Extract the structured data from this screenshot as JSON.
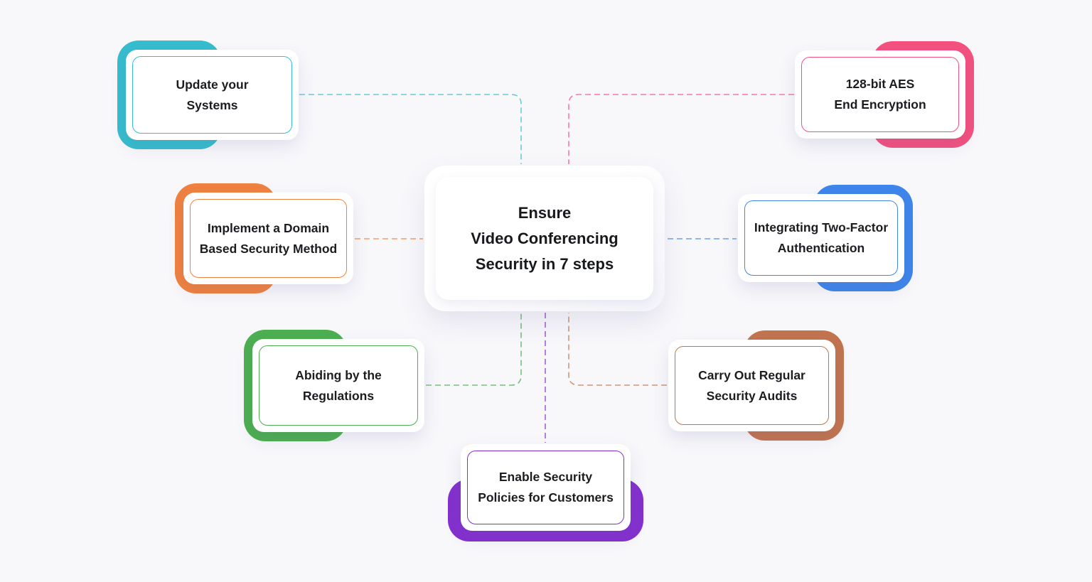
{
  "canvas": {
    "background": "#F8F8FB",
    "text_color": "#1B1D20"
  },
  "center": {
    "lines": [
      "Ensure",
      "Video Conferencing",
      "Security in 7 steps"
    ]
  },
  "nodes": [
    {
      "id": "update-your-systems",
      "lines": [
        "Update your",
        "Systems"
      ],
      "color": "#36BDCE",
      "position": "top-left"
    },
    {
      "id": "128-bit-aes-end-encryption",
      "lines": [
        "128-bit AES",
        "End Encryption"
      ],
      "color": "#F4517F",
      "position": "top-right"
    },
    {
      "id": "domain-based-security",
      "lines": [
        "Implement a Domain",
        "Based Security Method"
      ],
      "color": "#F0823F",
      "position": "middle-left"
    },
    {
      "id": "two-factor-authentication",
      "lines": [
        "Integrating Two-Factor",
        "Authentication"
      ],
      "color": "#3E86EB",
      "position": "middle-right"
    },
    {
      "id": "abiding-by-regulations",
      "lines": [
        "Abiding by the",
        "Regulations"
      ],
      "color": "#4CAF50",
      "position": "bottom-left"
    },
    {
      "id": "regular-security-audits",
      "lines": [
        "Carry Out Regular",
        "Security Audits"
      ],
      "color": "#C3744E",
      "position": "bottom-right"
    },
    {
      "id": "security-policies-customers",
      "lines": [
        "Enable Security",
        "Policies for Customers"
      ],
      "color": "#8430CE",
      "position": "bottom-center"
    }
  ]
}
